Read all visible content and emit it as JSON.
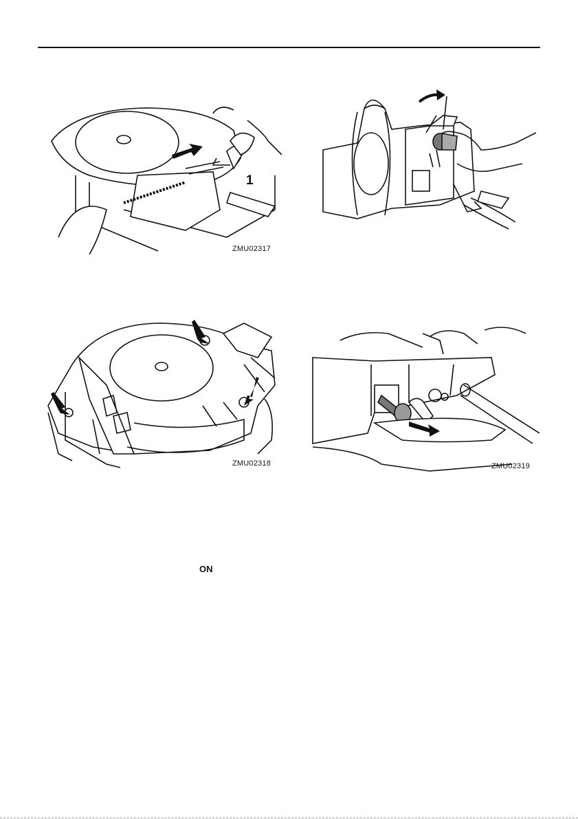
{
  "figures": [
    {
      "code": "ZMU02317",
      "callout": "1"
    },
    {
      "code": "",
      "callout": ""
    },
    {
      "code": "ZMU02318",
      "callout": ""
    },
    {
      "code": "ZMU02319",
      "callout": ""
    }
  ],
  "text": {
    "on_label": "ON"
  }
}
